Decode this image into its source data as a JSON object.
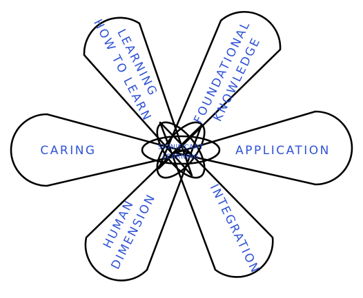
{
  "diagram": {
    "label_color": "#2f52d6",
    "line_color": "#000000",
    "center": {
      "line1": "SIGNIFICANT",
      "line2": "LEARNING"
    },
    "petals": {
      "learning_how_to_learn": {
        "line1": "LEARNING",
        "line2": "HOW TO LEARN"
      },
      "foundational_knowledge": {
        "line1": "FOUNDATIONAL",
        "line2": "KNOWLEDGE"
      },
      "caring": {
        "line1": "CARING"
      },
      "application": {
        "line1": "APPLICATION"
      },
      "human_dimension": {
        "line1": "HUMAN",
        "line2": "DIMENSION"
      },
      "integration": {
        "line1": "INTEGRATION"
      }
    }
  }
}
